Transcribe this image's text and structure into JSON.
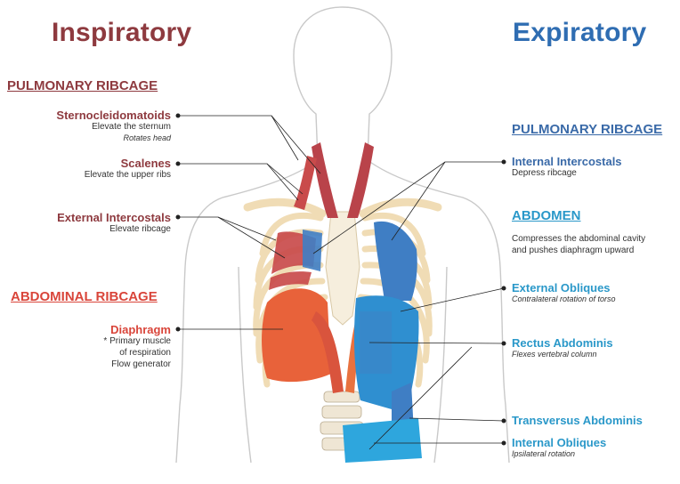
{
  "titles": {
    "inspiratory": "Inspiratory",
    "expiratory": "Expiratory"
  },
  "left": {
    "section_pulmonary": "PULMONARY RIBCAGE",
    "section_abdominal": "ABDOMINAL RIBCAGE",
    "sternocleidomatoids": {
      "name": "Sternocleidomatoids",
      "desc": "Elevate the sternum",
      "note": "Rotates head"
    },
    "scalenes": {
      "name": "Scalenes",
      "desc": "Elevate the upper ribs"
    },
    "external_intercostals": {
      "name": "External Intercostals",
      "desc": "Elevate ribcage"
    },
    "diaphragm": {
      "name": "Diaphragm",
      "line1": "* Primary muscle",
      "line2": "of respiration",
      "line3": "Flow generator"
    }
  },
  "right": {
    "section_pulmonary": "PULMONARY RIBCAGE",
    "section_abdomen": "ABDOMEN",
    "abdomen_desc_1": "Compresses the abdominal cavity",
    "abdomen_desc_2": "and pushes diaphragm upward",
    "internal_intercostals": {
      "name": "Internal Intercostals",
      "desc": "Depress ribcage"
    },
    "external_obliques": {
      "name": "External Obliques",
      "note": "Contralateral rotation of torso"
    },
    "rectus_abdominis": {
      "name": "Rectus Abdominis",
      "note": "Flexes vertebral column"
    },
    "transversus_abdominis": {
      "name": "Transversus Abdominis"
    },
    "internal_obliques": {
      "name": "Internal Obliques",
      "note": "Ipsilateral rotation"
    }
  },
  "colors": {
    "inspiratory_title": "#8e3a3f",
    "expiratory_title": "#2f6db2",
    "muscle_red": "#c94b4b",
    "muscle_orange": "#e8623a",
    "muscle_blue": "#3f7ec4",
    "muscle_cyan": "#2ea6dd",
    "bone": "#f3e3c6"
  }
}
